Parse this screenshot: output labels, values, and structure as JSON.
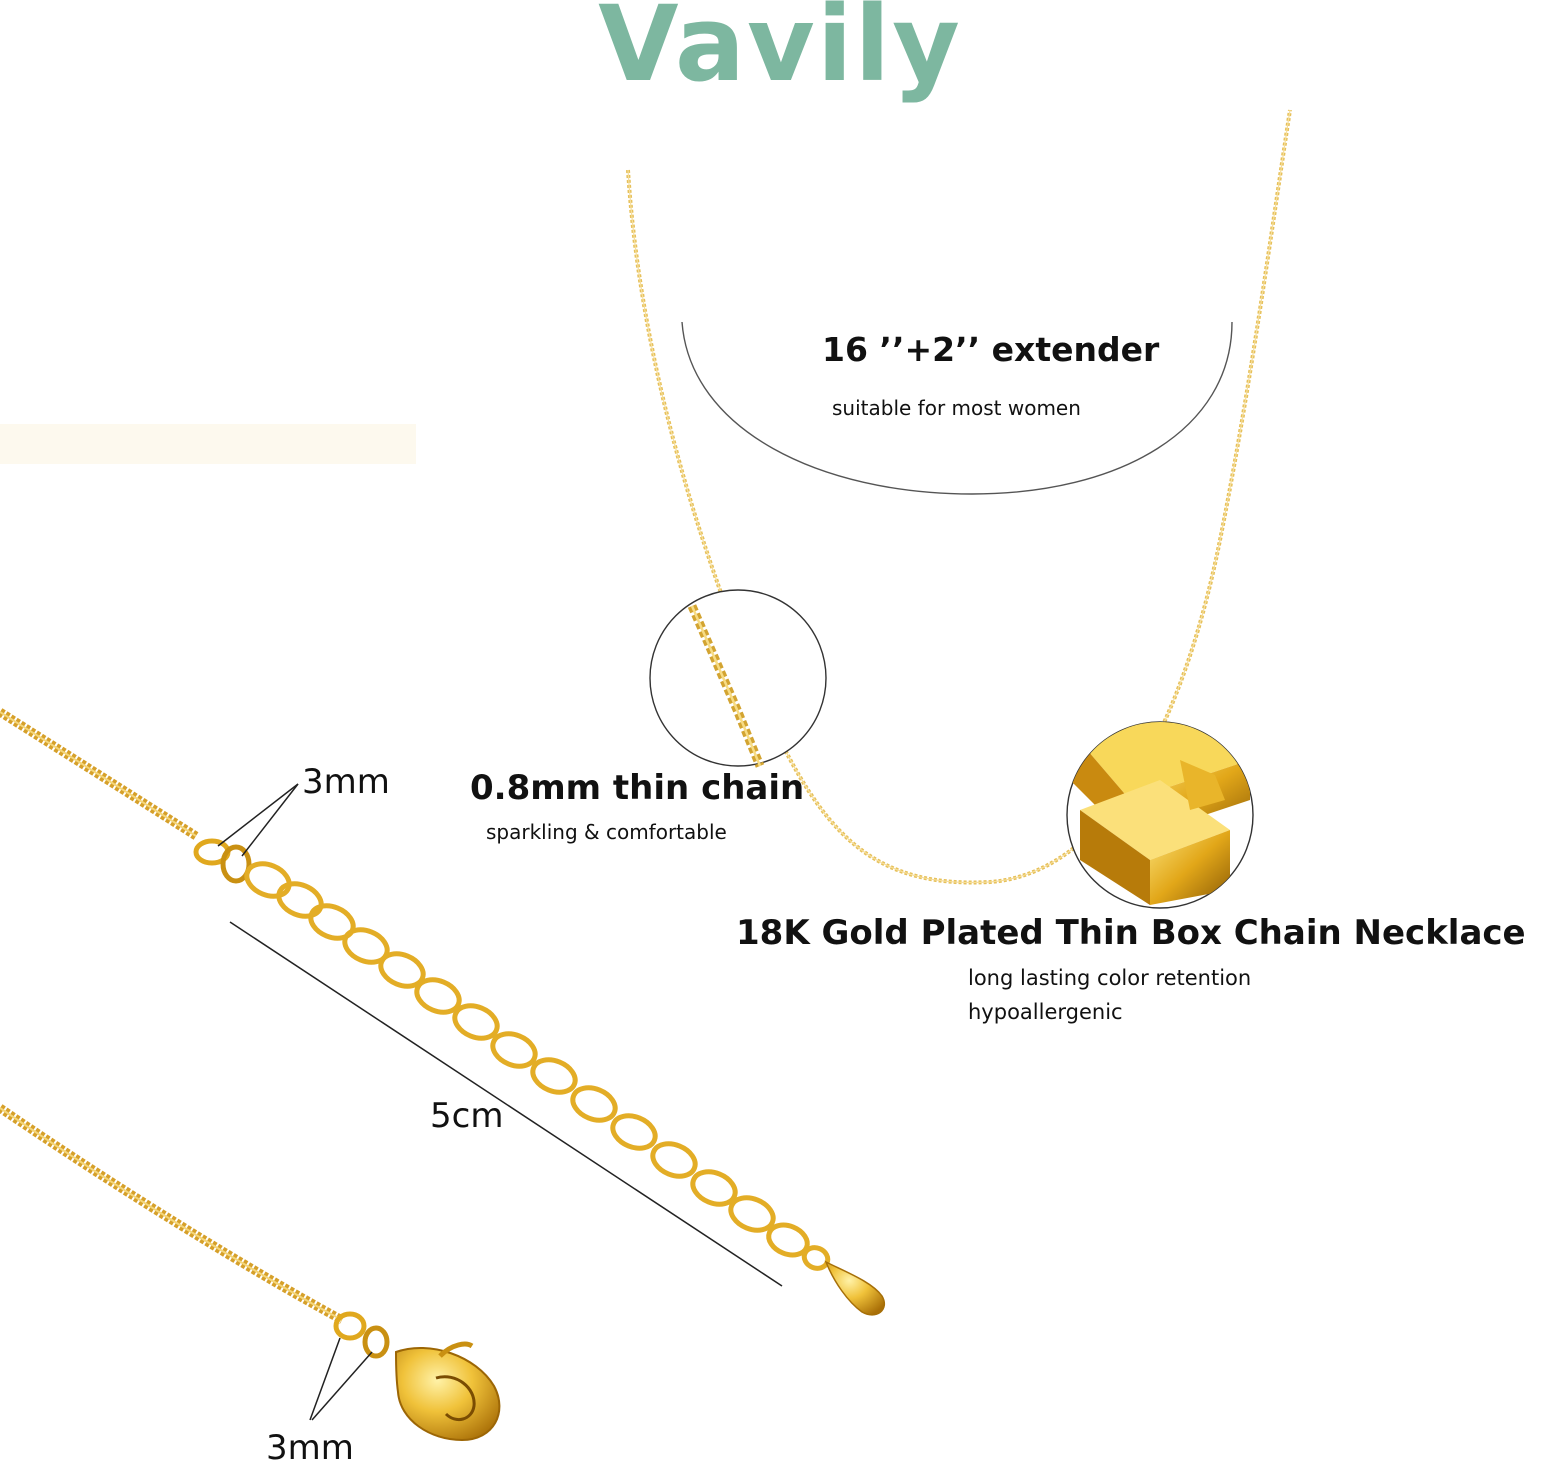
{
  "brand": {
    "name": "Vavily",
    "color": "#7db7a0"
  },
  "extender": {
    "title": "16 ’’+2’’ extender",
    "subtitle": "suitable for most women"
  },
  "thin_chain": {
    "title": "0.8mm thin chain",
    "subtitle": "sparkling & comfortable"
  },
  "product": {
    "title": "18K Gold Plated Thin Box Chain Necklace",
    "features": [
      "long lasting color retention",
      "hypoallergenic"
    ]
  },
  "measurements": {
    "link_top": "3mm",
    "extender_length": "5cm",
    "link_bottom": "3mm"
  },
  "colors": {
    "gold": "#d9a21c",
    "gold_light": "#f2c94c",
    "chain": "#e0b84a",
    "text": "#111111"
  }
}
